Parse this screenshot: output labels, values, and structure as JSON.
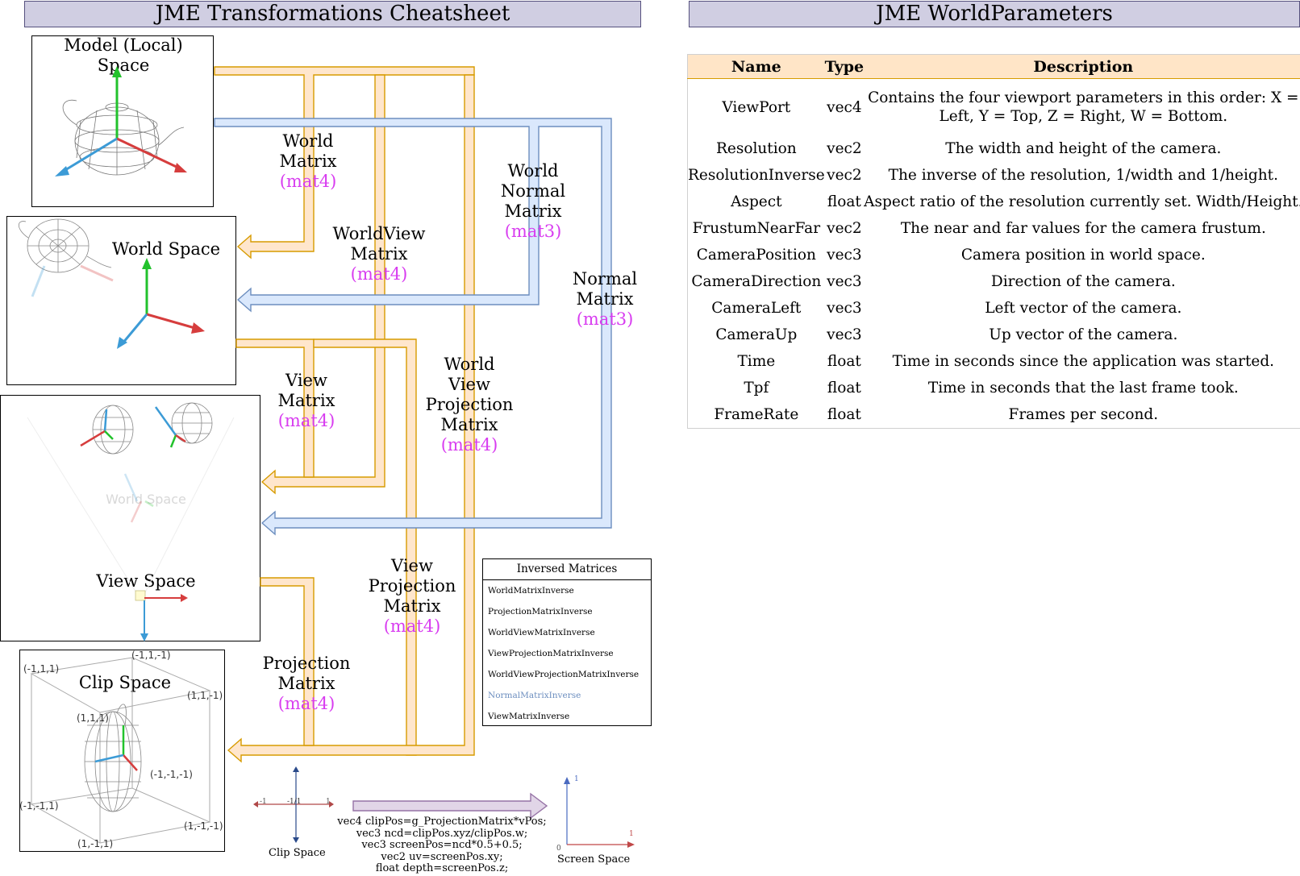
{
  "left_title": "JME Transformations Cheatsheet",
  "right_title": "JME WorldParameters",
  "spaces": {
    "model": "Model (Local) Space",
    "world": "World Space",
    "view": "View Space",
    "view_ghost": "World Space",
    "clip": "Clip Space"
  },
  "clip_corners": [
    "(-1,1,-1)",
    "(-1,1,1)",
    "(1,1,-1)",
    "(1,1,1)",
    "(-1,-1,-1)",
    "(-1,-1,1)",
    "(1,-1,-1)",
    "(1,-1,1)"
  ],
  "matrices": [
    {
      "name": "World\nMatrix",
      "type": "(mat4)"
    },
    {
      "name": "WorldView\nMatrix",
      "type": "(mat4)"
    },
    {
      "name": "World\nNormal\nMatrix",
      "type": "(mat3)"
    },
    {
      "name": "Normal\nMatrix",
      "type": "(mat3)"
    },
    {
      "name": "View\nMatrix",
      "type": "(mat4)"
    },
    {
      "name": "World\nView\nProjection\nMatrix",
      "type": "(mat4)"
    },
    {
      "name": "View\nProjection\nMatrix",
      "type": "(mat4)"
    },
    {
      "name": "Projection\nMatrix",
      "type": "(mat4)"
    }
  ],
  "inversed": {
    "title": "Inversed Matrices",
    "items": [
      {
        "label": "WorldMatrixInverse",
        "color": "#000000"
      },
      {
        "label": "ProjectionMatrixInverse",
        "color": "#000000"
      },
      {
        "label": "WorldViewMatrixInverse",
        "color": "#000000"
      },
      {
        "label": "ViewProjectionMatrixInverse",
        "color": "#000000"
      },
      {
        "label": "WorldViewProjectionMatrixInverse",
        "color": "#000000"
      },
      {
        "label": "NormalMatrixInverse",
        "color": "#6c8ebf"
      },
      {
        "label": "ViewMatrixInverse",
        "color": "#000000"
      }
    ]
  },
  "screen_mapping": {
    "clip_label": "Clip Space",
    "screen_label": "Screen Space",
    "clip_neg": "-1",
    "clip_zero": "-1/1",
    "clip_pos": "1",
    "screen_origin": "0",
    "screen_y": "1",
    "screen_x": "1",
    "formula": [
      "vec4 clipPos=g_ProjectionMatrix*vPos;",
      "vec3 ncd=clipPos.xyz/clipPos.w;",
      "vec3 screenPos=ncd*0.5+0.5;",
      "vec2 uv=screenPos.xy;",
      "float depth=screenPos.z;"
    ]
  },
  "table": {
    "headers": [
      "Name",
      "Type",
      "Description"
    ],
    "rows": [
      [
        "ViewPort",
        "vec4",
        "Contains the four viewport parameters in this order: X = Left, Y = Top, Z = Right, W = Bottom."
      ],
      [
        "Resolution",
        "vec2",
        "The width and height of the camera."
      ],
      [
        "ResolutionInverse",
        "vec2",
        "The inverse of the resolution, 1/width and 1/height."
      ],
      [
        "Aspect",
        "float",
        "Aspect ratio of the resolution currently set. Width/Height."
      ],
      [
        "FrustumNearFar",
        "vec2",
        "The near and far values for the camera frustum."
      ],
      [
        "CameraPosition",
        "vec3",
        "Camera position in world space."
      ],
      [
        "CameraDirection",
        "vec3",
        "Direction of the camera."
      ],
      [
        "CameraLeft",
        "vec3",
        "Left vector of the camera."
      ],
      [
        "CameraUp",
        "vec3",
        "Up vector of the camera."
      ],
      [
        "Time",
        "float",
        "Time in seconds since the application was started."
      ],
      [
        "Tpf",
        "float",
        "Time in seconds that the last frame took."
      ],
      [
        "FrameRate",
        "float",
        "Frames per second."
      ]
    ]
  },
  "colors": {
    "orange_fill": "#ffe6cc",
    "orange_stroke": "#d79b00",
    "blue_fill": "#dae8fc",
    "blue_stroke": "#6c8ebf",
    "purple_fill": "#e1d5e7",
    "purple_stroke": "#9673a6",
    "magenta_text": "#d83cf0",
    "axis_green": "#22c22c",
    "axis_red": "#d63d3d",
    "axis_blue": "#3c9bd6"
  }
}
